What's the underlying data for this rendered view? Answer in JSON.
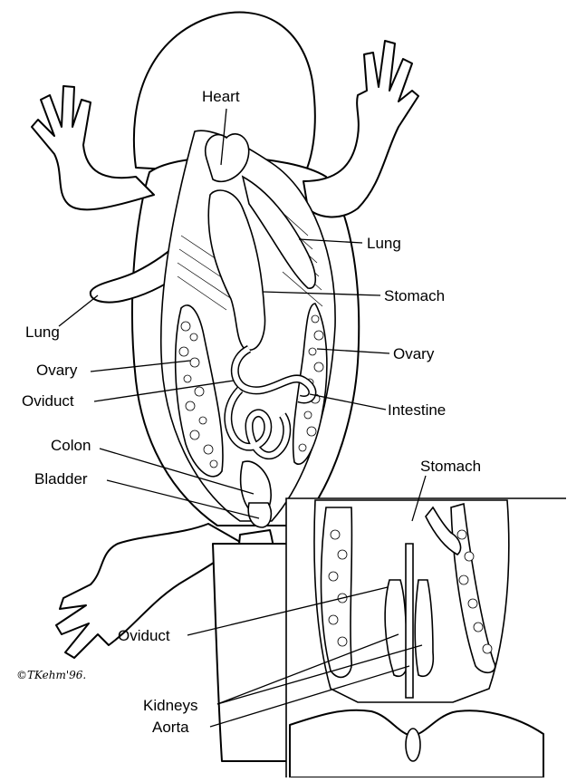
{
  "labels": {
    "heart": "Heart",
    "lung_right": "Lung",
    "lung_left": "Lung",
    "stomach": "Stomach",
    "ovary_right": "Ovary",
    "ovary_left": "Ovary",
    "oviduct": "Oviduct",
    "intestine": "Intestine",
    "colon": "Colon",
    "bladder": "Bladder"
  },
  "inset": {
    "stomach": "Stomach",
    "oviduct": "Oviduct",
    "kidneys": "Kidneys",
    "aorta": "Aorta"
  },
  "signature": "©TKehm'96."
}
